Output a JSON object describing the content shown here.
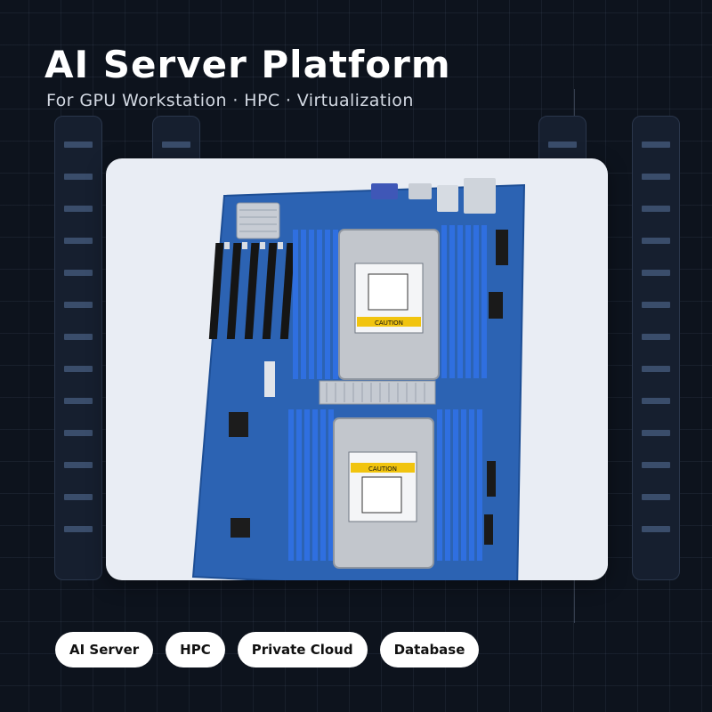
{
  "header": {
    "title": "AI Server Platform",
    "subtitle": "For GPU Workstation · HPC · Virtualization"
  },
  "product_photo": {
    "label_caution_top": "CAUTION",
    "label_caution_bottom": "CAUTION"
  },
  "tags": [
    {
      "label": "AI Server"
    },
    {
      "label": "HPC"
    },
    {
      "label": "Private Cloud"
    },
    {
      "label": "Database"
    }
  ],
  "colors": {
    "background": "#0d131d",
    "board_blue": "#2c63b3",
    "dimm_blue": "#2f6fe0",
    "tag_background": "#ffffff"
  }
}
